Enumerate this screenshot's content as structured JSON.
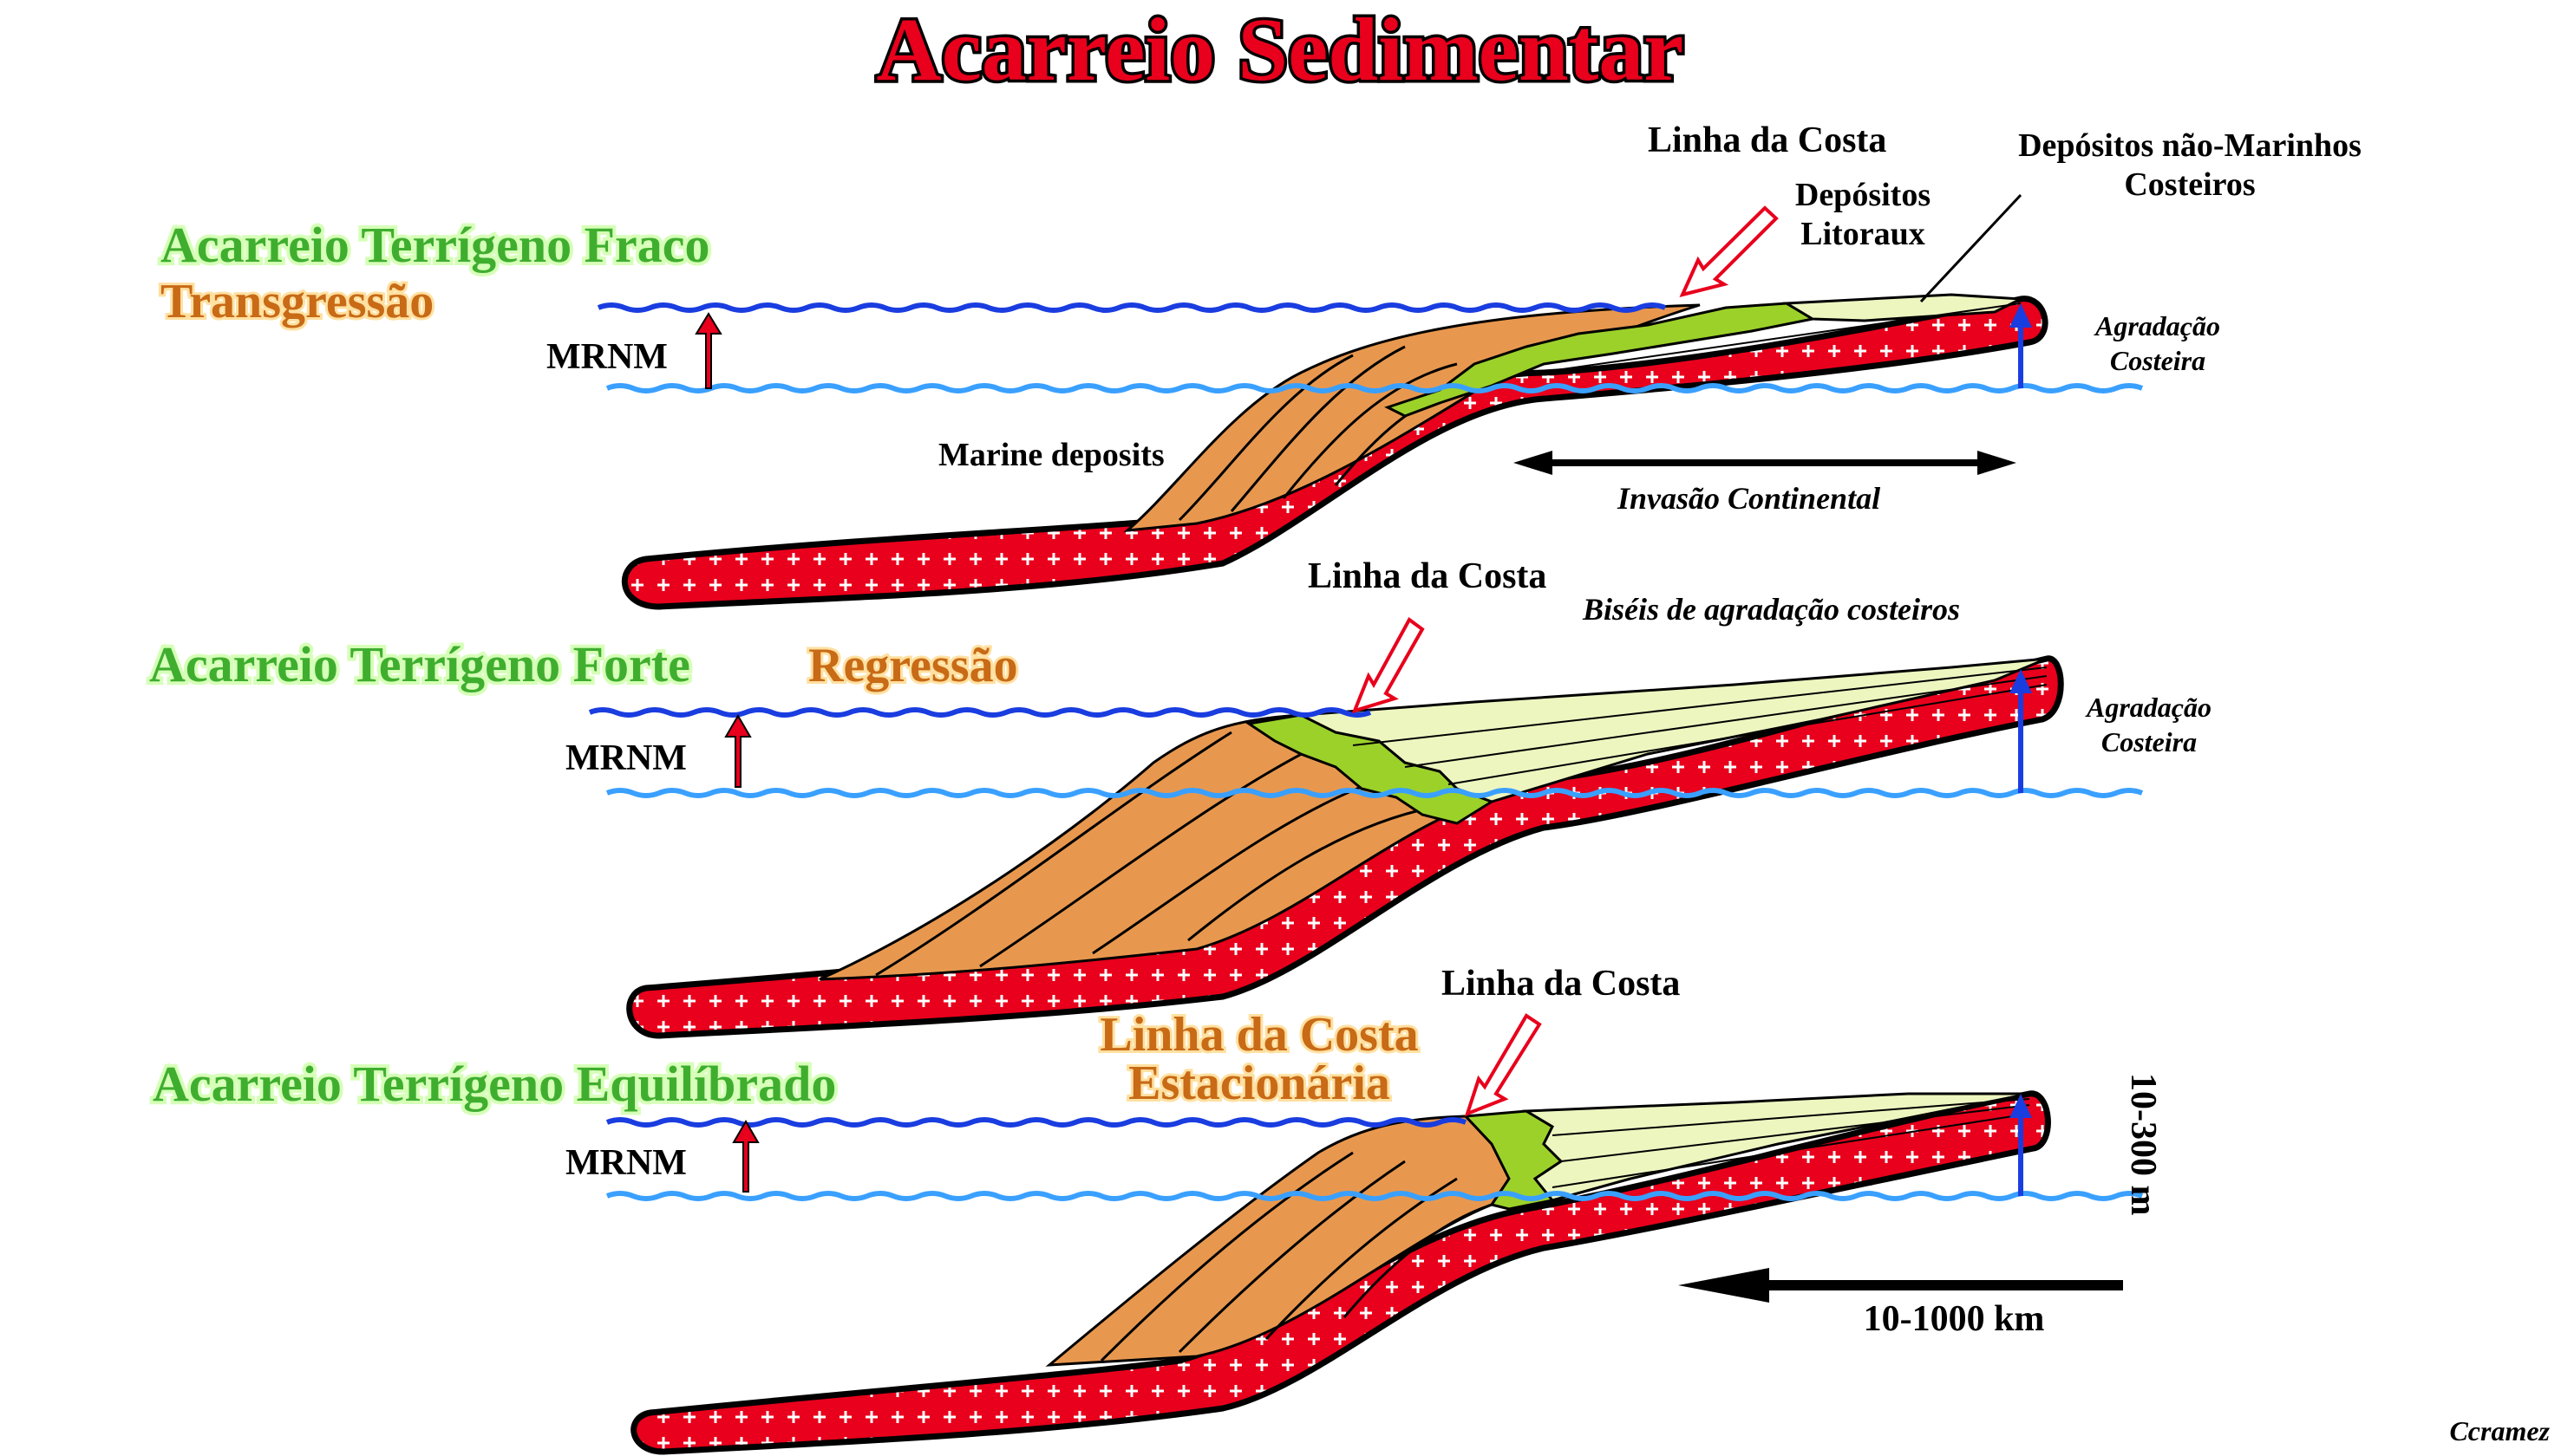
{
  "title": "Acarreio Sedimentar",
  "colors": {
    "basement": "#e8001c",
    "marine": "#e8984e",
    "littoral": "#9cd12a",
    "nonmarine": "#eef6c0",
    "sea_level": "#1a3de0",
    "old_sea_level": "#3aa0ff",
    "arrow_red": "#e8001c",
    "arrow_blue": "#1a3de0",
    "title_red": "#e8001c",
    "green_text": "#3fae2f",
    "orange_text": "#c86a16"
  },
  "panels": [
    {
      "condition": "Acarreio Terrígeno Fraco",
      "result": "Transgressão",
      "mrnm": "MRNM",
      "shoreline": "Linha da Costa",
      "littoral_label_1": "Depósitos",
      "littoral_label_2": "Litoraux",
      "nonmarine_label_1": "Depósitos não-Marinhos",
      "nonmarine_label_2": "Costeiros",
      "aggradation_1": "Agradação",
      "aggradation_2": "Costeira",
      "marine_label": "Marine deposits",
      "invasion_label": "Invasão Continental"
    },
    {
      "condition": "Acarreio Terrígeno Forte",
      "result": "Regressão",
      "mrnm": "MRNM",
      "shoreline": "Linha da Costa",
      "onlap_label": "Biséis de agradação costeiros",
      "aggradation_1": "Agradação",
      "aggradation_2": "Costeira"
    },
    {
      "condition": "Acarreio Terrígeno Equilíbrado",
      "result_1": "Linha da Costa",
      "result_2": "Estacionária",
      "mrnm": "MRNM",
      "shoreline": "Linha da Costa",
      "vertical_scale": "10-300 m",
      "horizontal_scale": "10-1000 km"
    }
  ],
  "credit": "Ccramez"
}
